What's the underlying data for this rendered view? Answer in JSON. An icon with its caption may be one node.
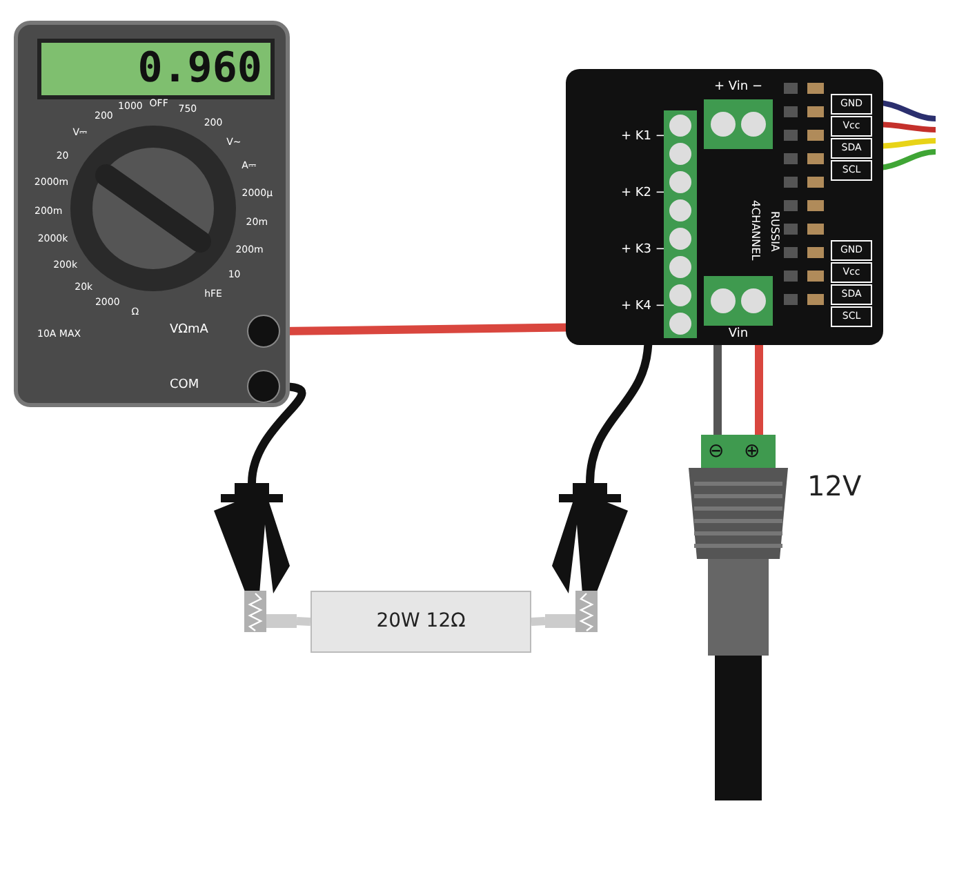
{
  "diagram": {
    "nodes": [
      {
        "text": [
          "0.960"
        ]
      },
      {
        "text": [
          "VΩmA"
        ],
        "in": 0
      },
      {
        "text": [
          "COM"
        ],
        "in": 0
      },
      {
        "text": [
          "4CHANNEL",
          "RUSSIA"
        ]
      },
      {
        "text": [
          "+ K1 −",
          "+ K2 −",
          "+ K3 −",
          "+ K4 −"
        ],
        "in": 3
      },
      {
        "text": [
          "+ Vin −"
        ],
        "in": 3
      },
      {
        "text": [
          "Vin"
        ],
        "in": 3
      },
      {
        "text": [],
        "shape": "clip"
      },
      {
        "text": [
          "20W 12Ω"
        ]
      },
      {
        "text": [],
        "shape": "clip"
      },
      {
        "text": [
          "⊖",
          "⊕"
        ],
        "beside": [
          "12V"
        ]
      }
    ],
    "edges": [
      {
        "from": 1,
        "to": 4,
        "arrow": "none",
        "color": "#d9463e"
      },
      {
        "from": 2,
        "to": 7,
        "arrow": "none",
        "color": "#111111"
      },
      {
        "from": 7,
        "to": 8,
        "arrow": "none",
        "color": "#cccccc"
      },
      {
        "from": 8,
        "to": 9,
        "arrow": "none",
        "color": "#cccccc"
      },
      {
        "from": 9,
        "to": 4,
        "arrow": "none",
        "color": "#111111"
      },
      {
        "from": 10,
        "to": 6,
        "arrow": "none",
        "color": "#555555"
      },
      {
        "from": 10,
        "to": 6,
        "arrow": "none",
        "color": "#d9463e"
      }
    ],
    "labels": [
      "Ω",
      "2000",
      "20k",
      "200k",
      "2000k",
      "200m",
      "2000m",
      "20",
      "V⎓",
      "200",
      "1000",
      "OFF",
      "750",
      "200",
      "V~",
      "A⎓",
      "2000μ",
      "20m",
      "200m",
      "10",
      "hFE",
      "10A MAX",
      "GND",
      "Vcc",
      "SDA",
      "SCL",
      "GND",
      "Vcc",
      "SDA",
      "SCL"
    ]
  }
}
